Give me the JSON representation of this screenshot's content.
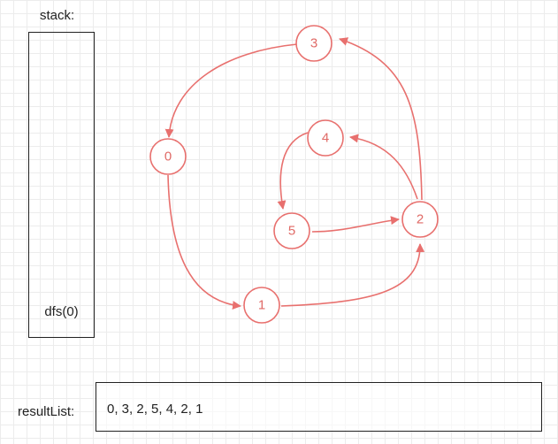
{
  "stack": {
    "label": "stack:",
    "items": [
      "dfs(0)"
    ]
  },
  "result": {
    "label": "resultList:",
    "value": "0, 3, 2, 5, 4, 2, 1"
  },
  "graph": {
    "colors": {
      "node_stroke": "#e8706e",
      "node_text": "#e06a66",
      "edge": "#e8706e"
    },
    "nodes": [
      {
        "id": "0",
        "label": "0"
      },
      {
        "id": "1",
        "label": "1"
      },
      {
        "id": "2",
        "label": "2"
      },
      {
        "id": "3",
        "label": "3"
      },
      {
        "id": "4",
        "label": "4"
      },
      {
        "id": "5",
        "label": "5"
      }
    ],
    "edges": [
      {
        "from": "3",
        "to": "0"
      },
      {
        "from": "0",
        "to": "1"
      },
      {
        "from": "1",
        "to": "2"
      },
      {
        "from": "2",
        "to": "3"
      },
      {
        "from": "2",
        "to": "4"
      },
      {
        "from": "4",
        "to": "5"
      },
      {
        "from": "5",
        "to": "2"
      }
    ]
  }
}
